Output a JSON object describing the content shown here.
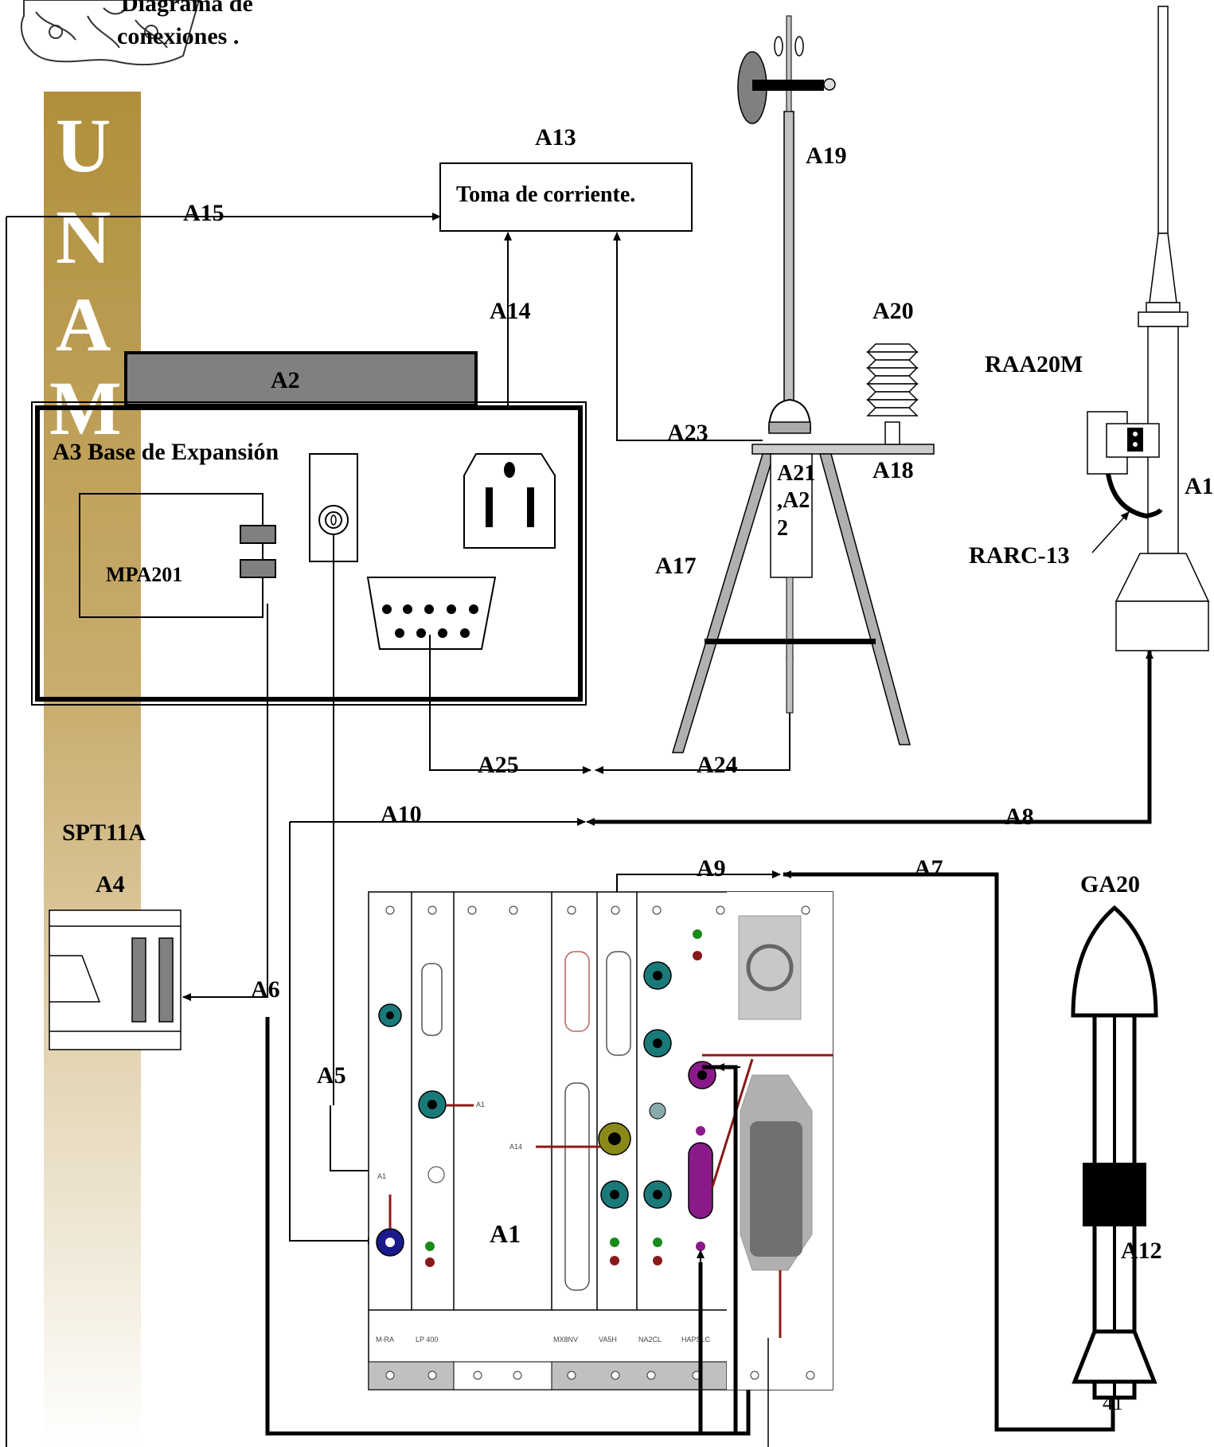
{
  "header": {
    "title_line1": "Diagrama de",
    "title_line2": "conexiones ."
  },
  "sidebar": {
    "letters": [
      "U",
      "N",
      "A",
      "M"
    ],
    "band_color": "#b09040"
  },
  "labels": {
    "A1": "A1",
    "A2": "A2",
    "A3": "A3  Base de Expansión",
    "A4": "A4",
    "A5": "A5",
    "A6": "A6",
    "A7": "A7",
    "A8": "A8",
    "A9": "A9",
    "A10": "A10",
    "A12": "A12",
    "A13": "A13",
    "A14": "A14",
    "A15": "A15",
    "A16_partial": "A1",
    "A17": "A17",
    "A18": "A18",
    "A19": "A19",
    "A20": "A20",
    "A21_line1": "A21",
    "A21_line2": ",A2",
    "A21_line3": "2",
    "A23": "A23",
    "A24": "A24",
    "A25": "A25",
    "toma": "Toma de corriente.",
    "mpa201": "MPA201",
    "spt11a": "SPT11A",
    "raa20m": "RAA20M",
    "rarc13": "RARC-13",
    "ga20": "GA20",
    "page_number": "41"
  },
  "panel_small": {
    "bottom_labels": [
      "M-RA",
      "LP 400",
      "MX8NV",
      "VA5H",
      "NA2CL",
      "HAPSLC"
    ],
    "tag_left1": "A1",
    "tag_left2": "A14",
    "tag_right": "A1"
  }
}
